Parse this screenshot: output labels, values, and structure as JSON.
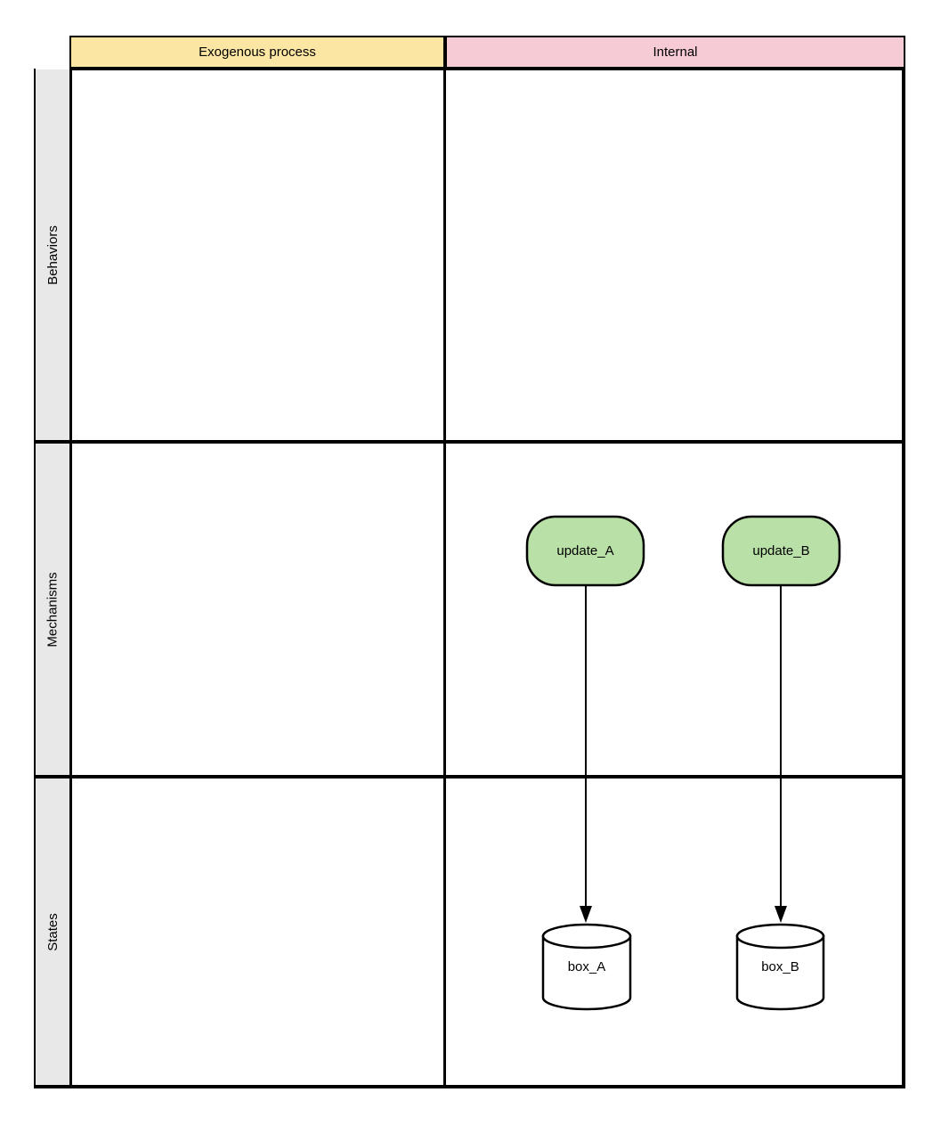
{
  "matrix": {
    "column_headers": [
      {
        "label": "Exogenous process",
        "bg": "#FBE7A3"
      },
      {
        "label": "Internal",
        "bg": "#F7CBD6"
      }
    ],
    "row_headers": [
      {
        "label": "Behaviors"
      },
      {
        "label": "Mechanisms"
      },
      {
        "label": "States"
      }
    ]
  },
  "nodes": [
    {
      "id": "update_A",
      "shape": "terminator",
      "label": "update_A",
      "fill": "#B9E0A6",
      "row": "Mechanisms",
      "column": "Internal"
    },
    {
      "id": "update_B",
      "shape": "terminator",
      "label": "update_B",
      "fill": "#B9E0A6",
      "row": "Mechanisms",
      "column": "Internal"
    },
    {
      "id": "box_A",
      "shape": "cylinder",
      "label": "box_A",
      "fill": "#FFFFFF",
      "row": "States",
      "column": "Internal"
    },
    {
      "id": "box_B",
      "shape": "cylinder",
      "label": "box_B",
      "fill": "#FFFFFF",
      "row": "States",
      "column": "Internal"
    }
  ],
  "edges": [
    {
      "from": "update_A",
      "to": "box_A",
      "type": "solid-arrow"
    },
    {
      "from": "update_B",
      "to": "box_B",
      "type": "solid-arrow"
    }
  ],
  "colors": {
    "grid_line": "#000000",
    "row_header_bg": "#E8E8E8",
    "canvas_bg": "#FFFFFF",
    "node_stroke": "#000000"
  }
}
